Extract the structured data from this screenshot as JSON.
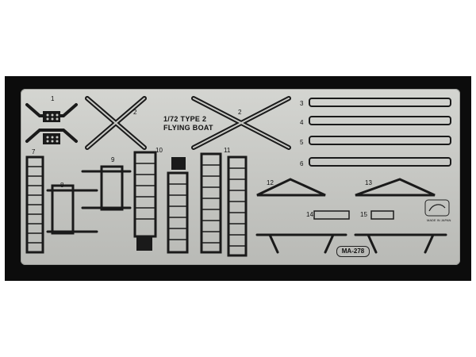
{
  "title_lines": [
    "1/72 TYPE 2",
    "FLYING BOAT"
  ],
  "product_code": "MA-278",
  "maker_lines": [
    "MADE IN JAPAN"
  ],
  "part_numbers": [
    "1",
    "2",
    "2",
    "3",
    "4",
    "5",
    "6",
    "7",
    "8",
    "9",
    "10",
    "11",
    "12",
    "13",
    "14",
    "15"
  ],
  "colors": {
    "frame": "#0c0c0c",
    "plate": "#c9cac6",
    "etch": "#1a1a1a"
  }
}
